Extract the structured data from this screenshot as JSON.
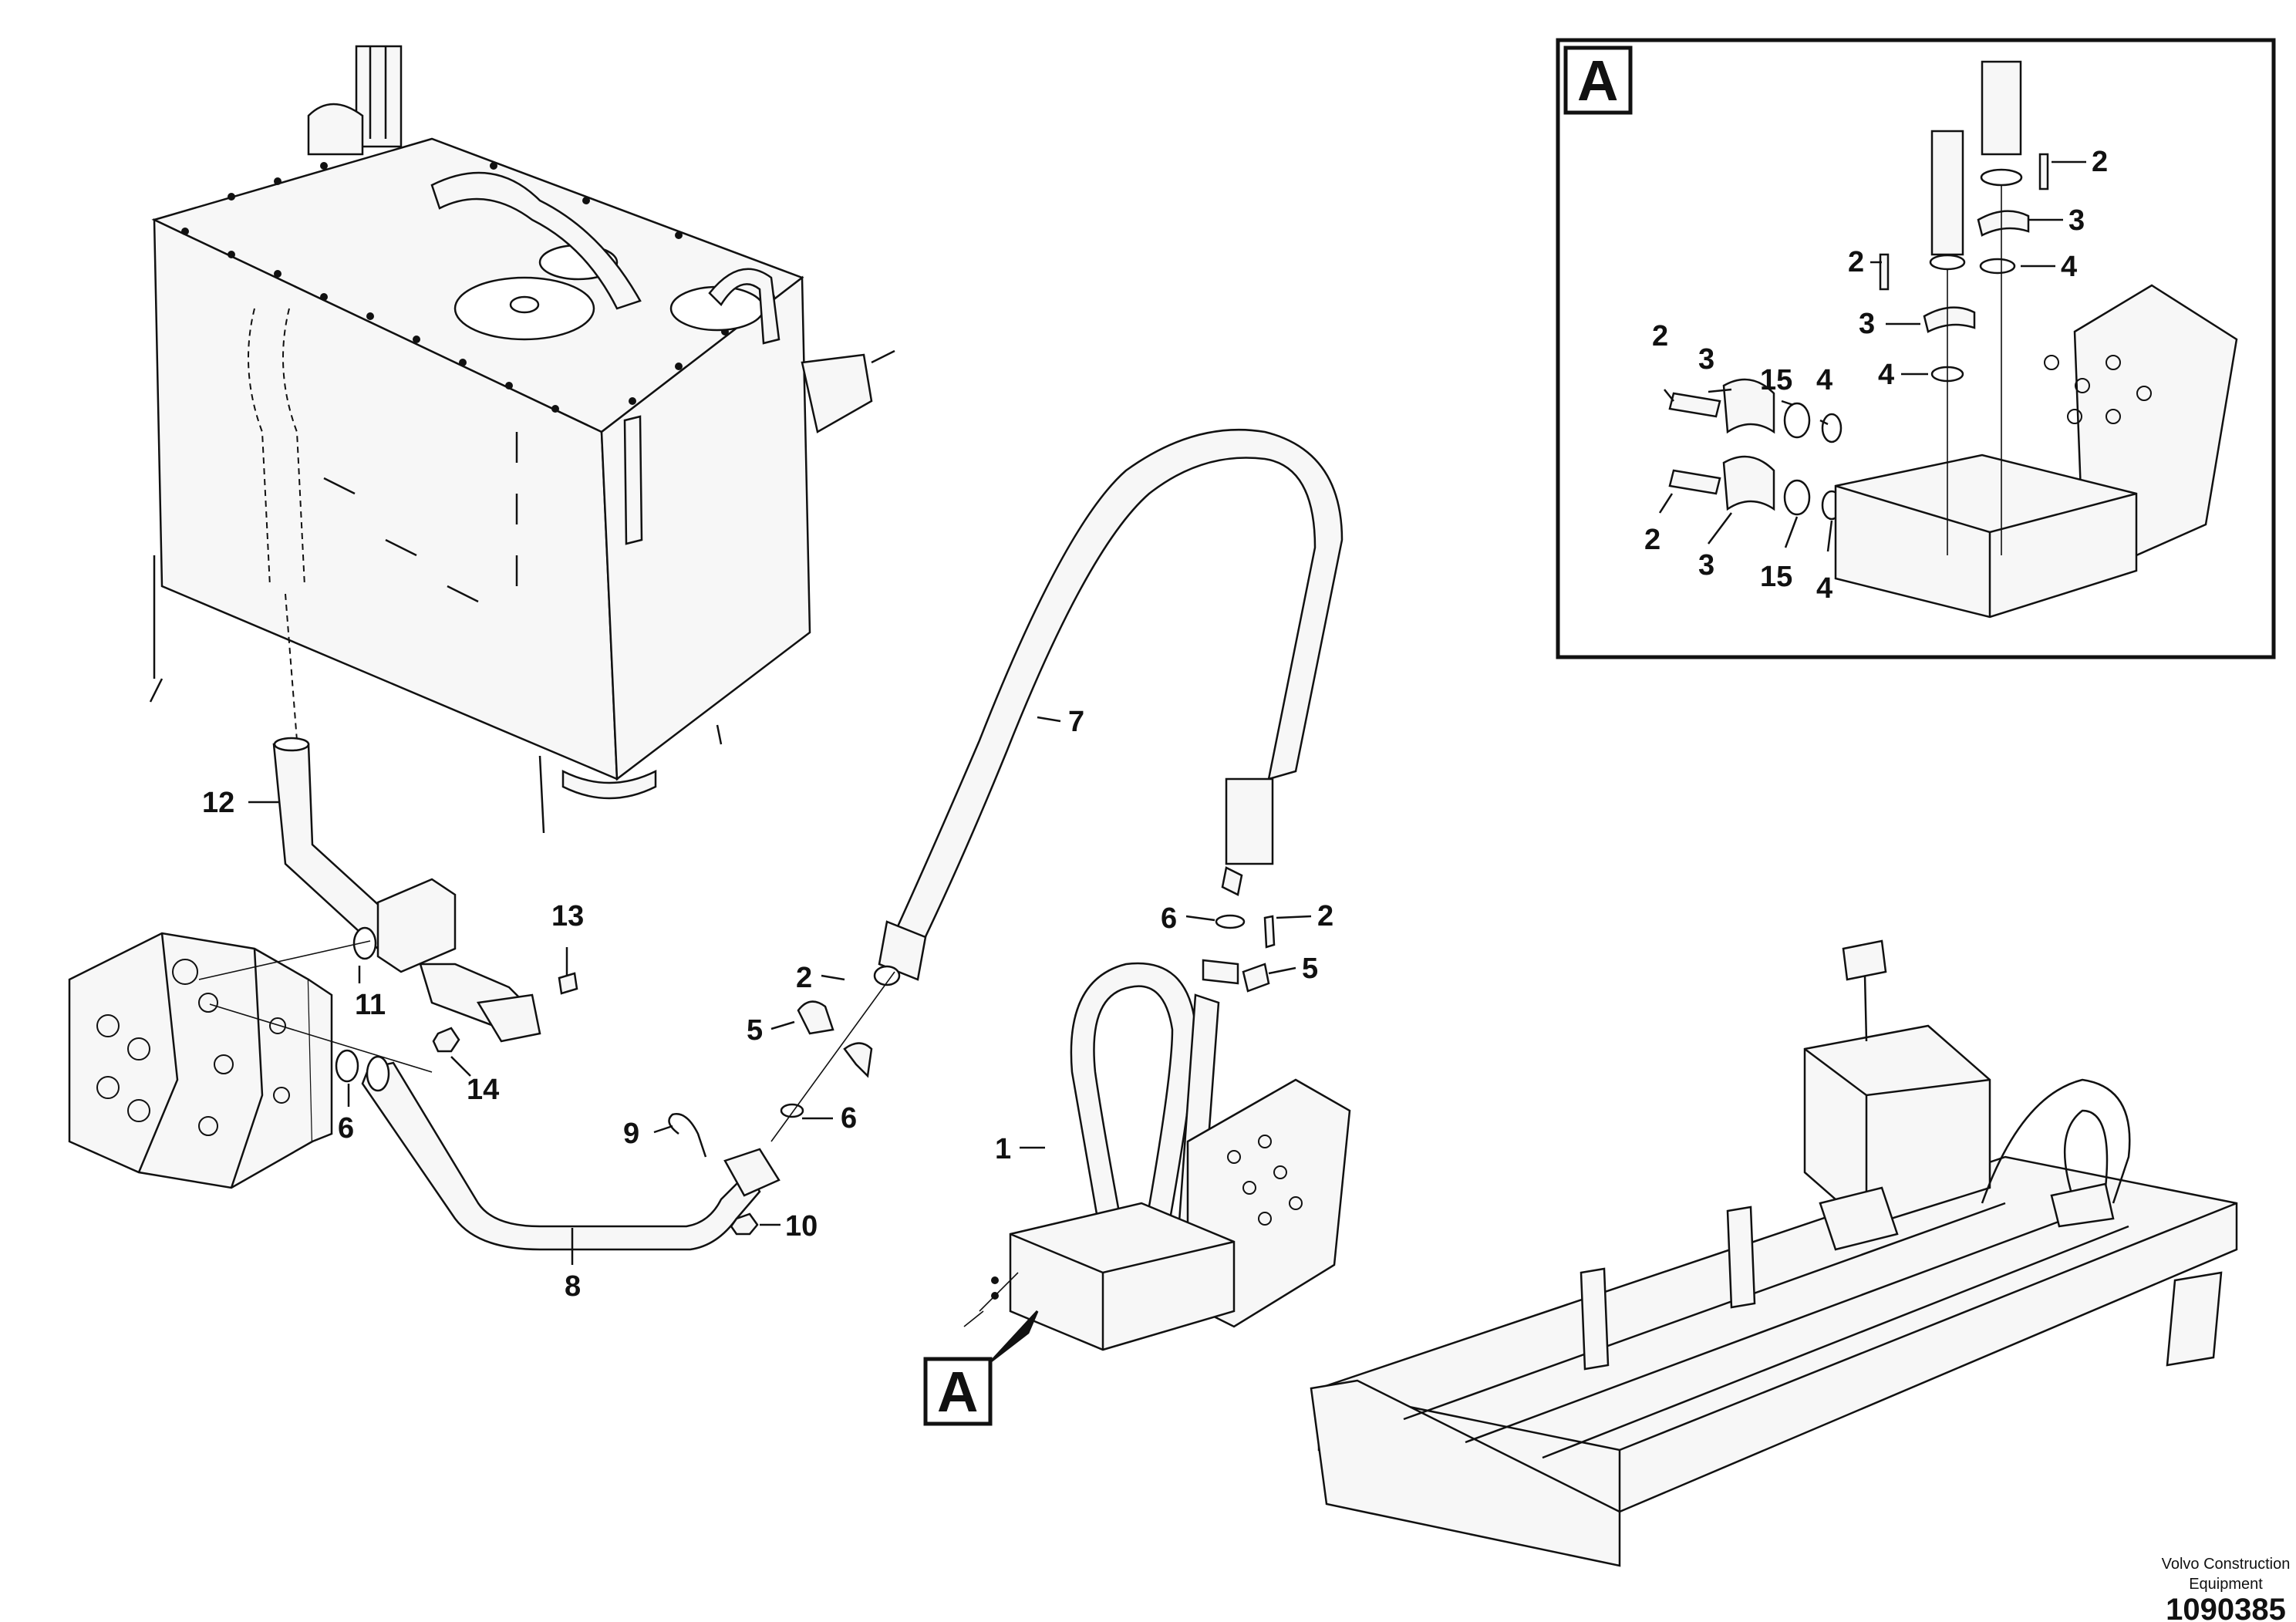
{
  "detail_view": {
    "tag": "A",
    "callouts": [
      "2",
      "3",
      "2",
      "4",
      "3",
      "4",
      "2",
      "3",
      "15",
      "4",
      "2",
      "3",
      "15",
      "4"
    ]
  },
  "main_view": {
    "callouts": [
      "12",
      "13",
      "11",
      "14",
      "6",
      "8",
      "9",
      "10",
      "2",
      "5",
      "6",
      "7",
      "6",
      "2",
      "5",
      "1"
    ],
    "detail_marker": "A"
  },
  "footer": {
    "credit_line1": "Volvo Construction",
    "credit_line2": "Equipment",
    "doc_number": "1090385"
  }
}
